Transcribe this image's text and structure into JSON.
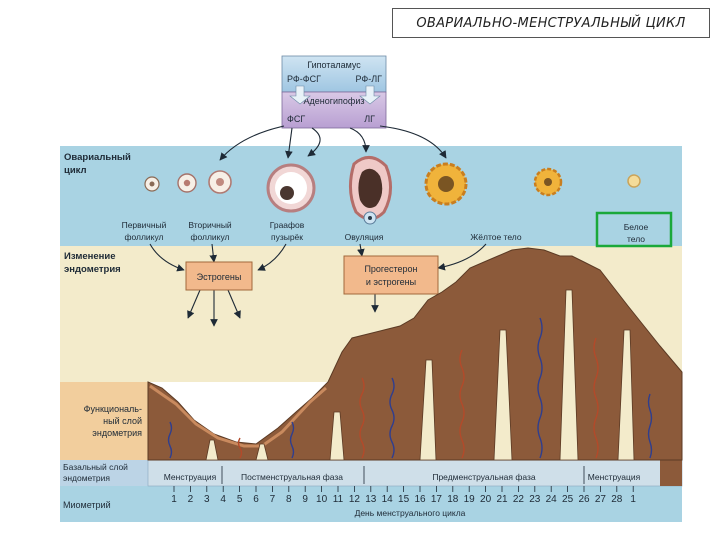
{
  "title": "ОВАРИАЛЬНО-МЕНСТРУАЛЬНЫЙ ЦИКЛ",
  "hypothalamus": {
    "title": "Гипоталамус",
    "left": "РФ-ФСГ",
    "right": "РФ-ЛГ"
  },
  "pituitary": {
    "title": "Аденогипофиз",
    "left": "ФСГ",
    "right": "ЛГ"
  },
  "sections": {
    "ovarian": [
      "Овариальный",
      "цикл"
    ],
    "endometrium": [
      "Изменение",
      "эндометрия"
    ],
    "functional": [
      "Функциональ-",
      "ный слой",
      "эндометрия"
    ],
    "basal": [
      "Базальный слой",
      "эндометрия"
    ],
    "myometrium": "Миометрий"
  },
  "stages": [
    {
      "line1": "Первичный",
      "line2": "фолликул"
    },
    {
      "line1": "Вторичный",
      "line2": "фолликул"
    },
    {
      "line1": "Граафов",
      "line2": "пузырёк"
    },
    {
      "line1": "Овуляция",
      "line2": ""
    },
    {
      "line1": "Жёлтое тело",
      "line2": ""
    },
    {
      "line1": "Белое",
      "line2": "тело"
    }
  ],
  "hormones": {
    "estrogens": "Эстрогены",
    "progesterone": [
      "Прогестерон",
      "и эстрогены"
    ]
  },
  "phases": [
    "Менструация",
    "Постменструальная фаза",
    "Предменструальная фаза",
    "Менструация"
  ],
  "days": [
    "1",
    "2",
    "3",
    "4",
    "5",
    "6",
    "7",
    "8",
    "9",
    "10",
    "11",
    "12",
    "13",
    "14",
    "15",
    "16",
    "17",
    "18",
    "19",
    "20",
    "21",
    "22",
    "23",
    "24",
    "25",
    "26",
    "27",
    "28",
    "1"
  ],
  "days_caption": "День менструального цикла",
  "colors": {
    "ovarian_band": "#a9d3e3",
    "endometrium_band": "#f3ebcb",
    "tissue": "#8c5a3a",
    "hormone_box": "#f2b98c",
    "highlight_box": "#1aa83a"
  }
}
